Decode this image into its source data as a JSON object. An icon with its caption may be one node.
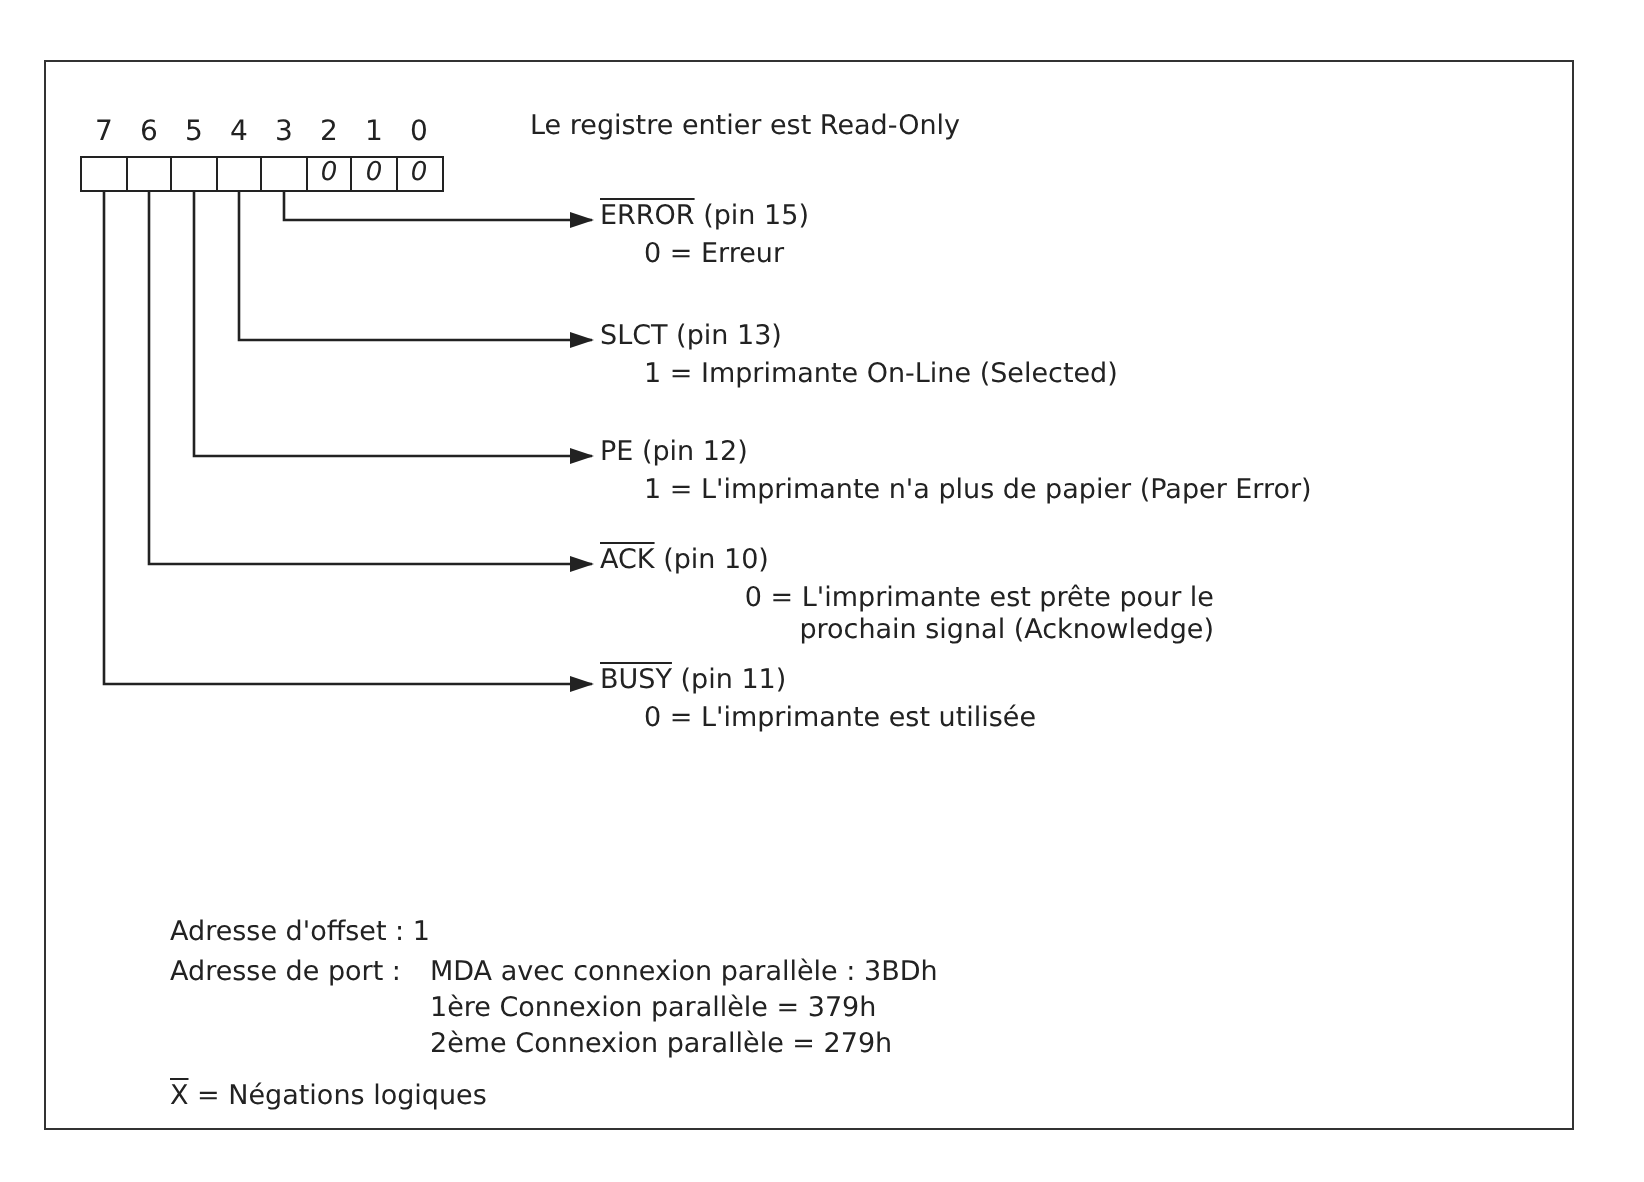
{
  "diagram": {
    "nodes": [
      {
        "text": [],
        "shape": "box",
        "beside": [
          "7"
        ]
      },
      {
        "text": [],
        "shape": "box",
        "beside": [
          "6"
        ]
      },
      {
        "text": [],
        "shape": "box",
        "beside": [
          "5"
        ]
      },
      {
        "text": [],
        "shape": "box",
        "beside": [
          "4"
        ]
      },
      {
        "text": [],
        "shape": "box",
        "beside": [
          "3"
        ]
      },
      {
        "text": [
          "0"
        ],
        "beside": [
          "2"
        ]
      },
      {
        "text": [
          "0"
        ],
        "beside": [
          "1"
        ]
      },
      {
        "text": [
          "0"
        ],
        "beside": [
          "0"
        ]
      },
      {
        "text": [
          "ERROR (pin 15)",
          "0 = Erreur"
        ]
      },
      {
        "text": [
          "SLCT (pin 13)",
          "1 = Imprimante On-Line (Selected)"
        ]
      },
      {
        "text": [
          "PE (pin 12)",
          "1 = L'imprimante n'a plus de papier (Paper Error)"
        ]
      },
      {
        "text": [
          "ACK (pin 10)",
          "0 = L'imprimante est prête pour le prochain signal (Acknowledge)"
        ]
      },
      {
        "text": [
          "BUSY (pin 11)",
          "0 = L'imprimante est utilisée"
        ]
      }
    ],
    "edges": [
      {
        "from": 4,
        "to": 8,
        "arrow": "to"
      },
      {
        "from": 3,
        "to": 9,
        "arrow": "to"
      },
      {
        "from": 2,
        "to": 10,
        "arrow": "to"
      },
      {
        "from": 1,
        "to": 11,
        "arrow": "to"
      },
      {
        "from": 0,
        "to": 12,
        "arrow": "to"
      }
    ],
    "labels": [
      "Le registre entier est Read-Only",
      "Adresse d'offset : 1",
      "Adresse de port :",
      "MDA avec connexion parallèle : 3BDh",
      "1ère Connexion parallèle = 379h",
      "2ème Connexion parallèle = 279h",
      "X = Négations logiques"
    ]
  }
}
